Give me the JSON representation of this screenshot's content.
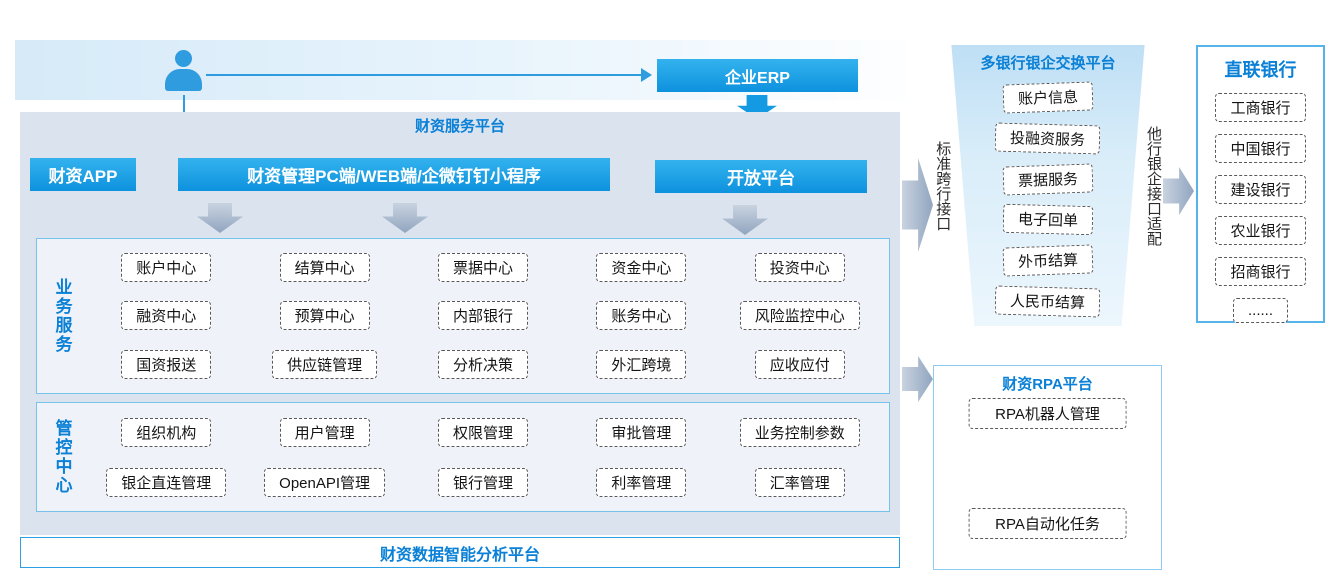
{
  "top": {
    "erp_label": "企业ERP"
  },
  "platform": {
    "title": "财资服务平台",
    "apps": [
      "财资APP",
      "财资管理PC端/WEB端/企微钉钉小程序",
      "开放平台"
    ],
    "business": {
      "label": "业务服务",
      "rows": [
        [
          "账户中心",
          "结算中心",
          "票据中心",
          "资金中心",
          "投资中心"
        ],
        [
          "融资中心",
          "预算中心",
          "内部银行",
          "账务中心",
          "风险监控中心"
        ],
        [
          "国资报送",
          "供应链管理",
          "分析决策",
          "外汇跨境",
          "应收应付"
        ]
      ]
    },
    "control": {
      "label": "管控中心",
      "rows": [
        [
          "组织机构",
          "用户管理",
          "权限管理",
          "审批管理",
          "业务控制参数"
        ],
        [
          "银企直连管理",
          "OpenAPI管理",
          "银行管理",
          "利率管理",
          "汇率管理"
        ]
      ]
    },
    "bottom_bar": "财资数据智能分析平台"
  },
  "exchange": {
    "title": "多银行银企交换平台",
    "left_label": "标准跨行接口",
    "right_label": "他行银企接口适配",
    "items": [
      "账户信息",
      "投融资服务",
      "票据服务",
      "电子回单",
      "外币结算",
      "人民币结算"
    ]
  },
  "banks": {
    "title": "直联银行",
    "items": [
      "工商银行",
      "中国银行",
      "建设银行",
      "农业银行",
      "招商银行",
      "......"
    ]
  },
  "rpa": {
    "title": "财资RPA平台",
    "items": [
      "RPA机器人管理",
      "RPA自动化任务"
    ]
  },
  "colors": {
    "accent_blue": "#149ae2",
    "title_blue": "#0a80d6",
    "panel_bg": "#dbe3ef",
    "arrow_gray": "#91a5bf"
  }
}
